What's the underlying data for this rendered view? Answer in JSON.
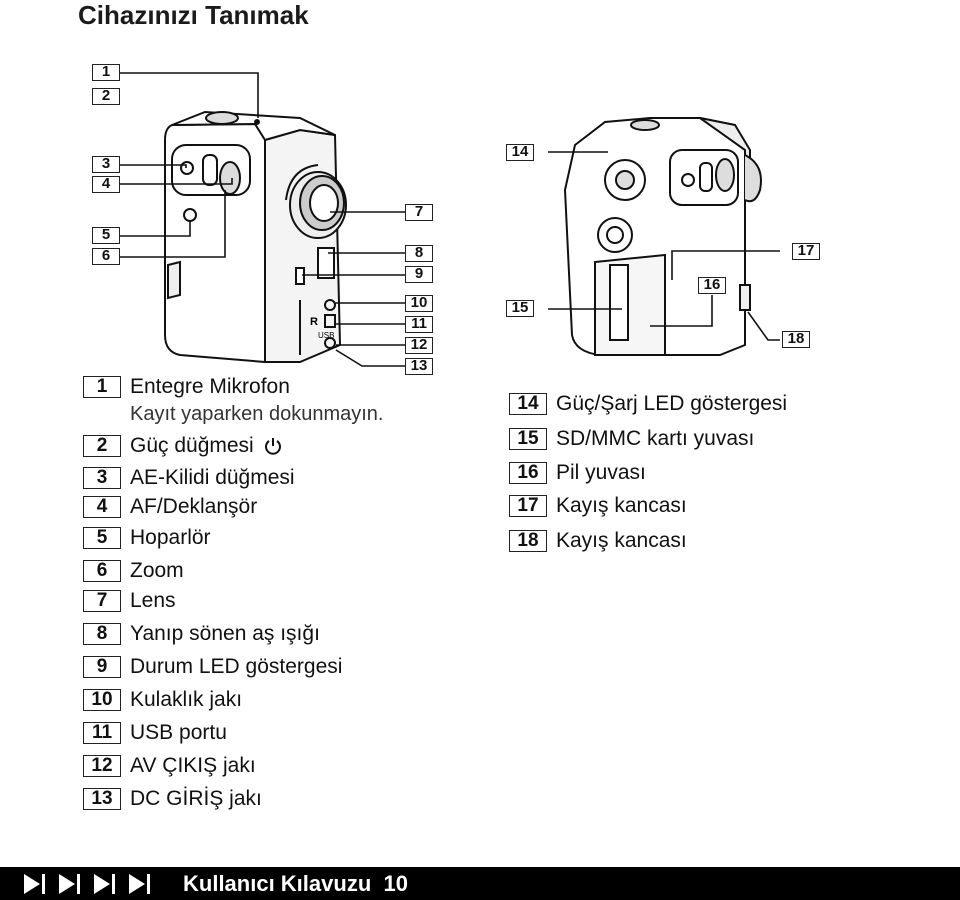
{
  "page_title": "Cihazınızı Tanımak",
  "callouts_front": [
    "1",
    "2",
    "3",
    "4",
    "5",
    "6",
    "7",
    "8",
    "9",
    "10",
    "11",
    "12",
    "13"
  ],
  "callouts_back": [
    "14",
    "15",
    "16",
    "17",
    "18"
  ],
  "front_labels": {
    "r": "R",
    "usb": "USB"
  },
  "legend_left": [
    {
      "num": "1",
      "text": "Entegre Mikrofon"
    },
    {
      "num": "2",
      "text": "Güç düğmesi"
    },
    {
      "num": "3",
      "text": "AE-Kilidi düğmesi"
    },
    {
      "num": "4",
      "text": "AF/Deklanşör"
    },
    {
      "num": "5",
      "text": "Hoparlör"
    },
    {
      "num": "6",
      "text": "Zoom"
    },
    {
      "num": "7",
      "text": "Lens"
    },
    {
      "num": "8",
      "text": "Yanıp sönen aş ışığı"
    },
    {
      "num": "9",
      "text": "Durum LED göstergesi"
    },
    {
      "num": "10",
      "text": "Kulaklık jakı"
    },
    {
      "num": "11",
      "text": "USB portu"
    },
    {
      "num": "12",
      "text": "AV ÇIKIŞ jakı"
    },
    {
      "num": "13",
      "text": "DC GİRİŞ jakı"
    }
  ],
  "legend_note": "Kayıt yaparken dokunmayın.",
  "legend_right": [
    {
      "num": "14",
      "text": "Güç/Şarj LED göstergesi"
    },
    {
      "num": "15",
      "text": "SD/MMC kartı yuvası"
    },
    {
      "num": "16",
      "text": "Pil yuvası"
    },
    {
      "num": "17",
      "text": "Kayış kancası"
    },
    {
      "num": "18",
      "text": "Kayış kancası"
    }
  ],
  "footer": {
    "label": "Kullanıcı Kılavuzu",
    "page": "10"
  }
}
